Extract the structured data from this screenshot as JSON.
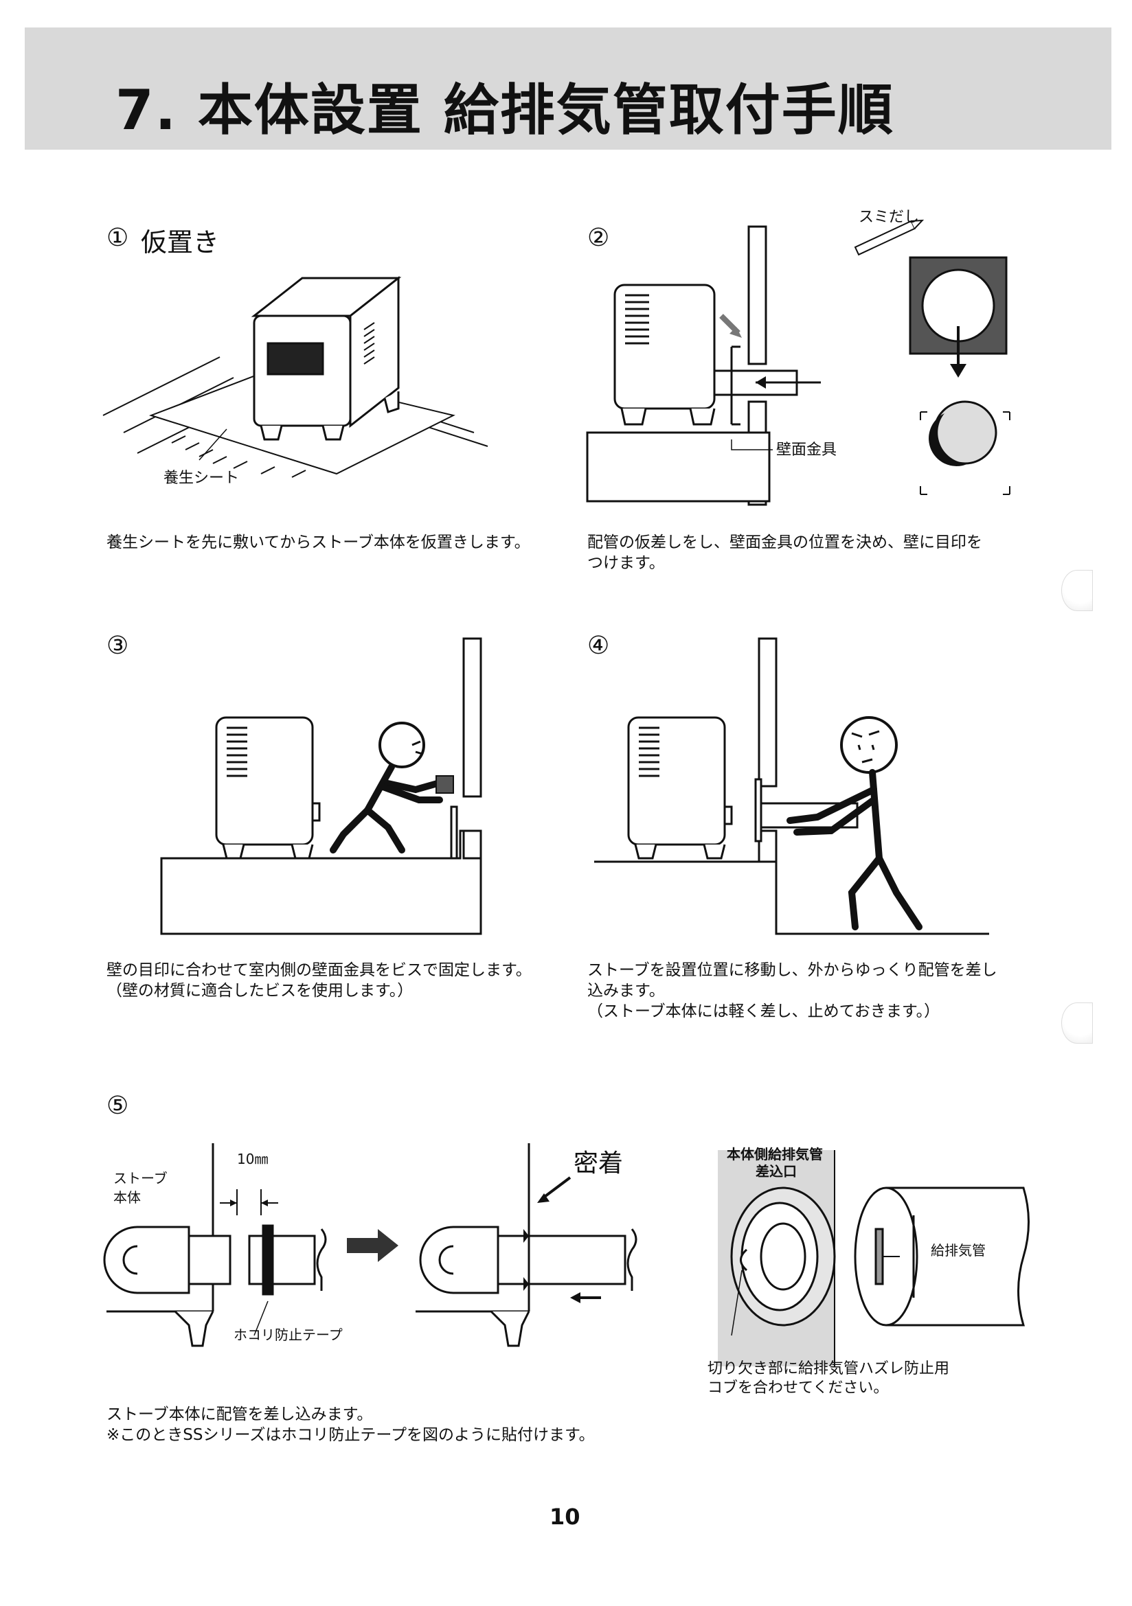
{
  "header": {
    "title": "7. 本体設置 給排気管取付手順"
  },
  "steps": [
    {
      "num": "①",
      "title": "仮置き",
      "labels": {
        "sheet": "養生シート"
      },
      "caption": [
        "養生シートを先に敷いてからストーブ本体を仮置きします。"
      ]
    },
    {
      "num": "②",
      "labels": {
        "marker": "スミだし",
        "bracket": "壁面金具"
      },
      "caption": [
        "配管の仮差しをし、壁面金具の位置を決め、壁に目印を",
        "つけます。"
      ]
    },
    {
      "num": "③",
      "caption": [
        "壁の目印に合わせて室内側の壁面金具をビスで固定します。",
        "（壁の材質に適合したビスを使用します。）"
      ]
    },
    {
      "num": "④",
      "caption": [
        "ストーブを設置位置に移動し、外からゆっくり配管を差し",
        "込みます。",
        "（ストーブ本体には軽く差し、止めておきます。）"
      ]
    },
    {
      "num": "⑤",
      "labels": {
        "stove_body": [
          "ストーブ",
          "本体"
        ],
        "gap": "10㎜",
        "tape": "ホコリ防止テープ",
        "tight": "密着",
        "inlet": [
          "本体側給排気管",
          "差込口"
        ],
        "pipe": "給排気管",
        "notch_note": [
          "切り欠き部に給排気管ハズレ防止用",
          "コブを合わせてください。"
        ]
      },
      "caption": [
        "ストーブ本体に配管を差し込みます。",
        "※このときSSシリーズはホコリ防止テープを図のように貼付けます。"
      ]
    }
  ],
  "page_number": "10"
}
